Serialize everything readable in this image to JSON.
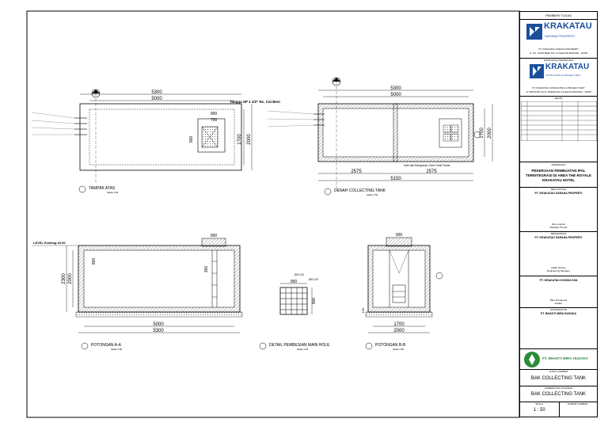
{
  "plan_top": {
    "title": "TAMPAK ATAS",
    "scale": "Skala 1:50",
    "dim_outer_length": "5300",
    "dim_inner_length": "5000",
    "dim_height_outer": "2000",
    "dim_height_inner": "1700",
    "dim_manhole_a": "900",
    "dim_manhole_b": "700",
    "dim_small": "900",
    "note_ladder": "Tangga SP 1 1/2\" Rc. Cat Besi"
  },
  "plan_collect": {
    "title": "DENAH COLLECTING TANK",
    "scale": "Skala 1:50",
    "dim_outer_length": "5300",
    "dim_inner_length": "5000",
    "dim_left_half": "2575",
    "dim_right_half": "2575",
    "dim_bottom_total": "5150",
    "dim_height_outer": "2000",
    "dim_height_inner": "1700",
    "note_pipe": "Inlet dari Bangunan Zone Hotel Tower"
  },
  "section_a": {
    "title": "POTONGAN A-A",
    "scale": "Skala 1:50",
    "dim_inner": "5000",
    "dim_outer": "5300",
    "dim_height_outer": "2300",
    "dim_height_inner": "2000",
    "dim_top": "900",
    "dim_riser": "800",
    "dim_pipe": "300",
    "level_label": "LEVEL Existing ±0.00"
  },
  "detail_manhole": {
    "title": "DETAIL PEMBESIAN MAIN HOLE",
    "scale": "Skala 1:25",
    "dim_width": "900",
    "dim_height": "900",
    "rebar_a": "Ø10-20",
    "rebar_b": "Ø10-20"
  },
  "section_b": {
    "title": "POTONGAN B-B",
    "scale": "Skala 1:50",
    "dim_inner": "1700",
    "dim_outer": "2000",
    "dim_top": "900",
    "dim_bottom": "150"
  },
  "title_block": {
    "pemberi_tugas_label": "PEMBERI TUGAS",
    "owner_logo_text": "KRAKATAU",
    "owner_logo_sub": "SARANA PROPERTI",
    "owner_name": "PT. KRAKATAU SARANA PROPERTI",
    "owner_addr": "Jl. KH. YASIN BERI NO. 6 CILEGON BANTEN - 42435",
    "konsultan_label": "KONSULTAN PERENCANA",
    "consultant_logo_text": "KRAKATAU",
    "consultant_logo_sub": "CONSULTING & PROJECT MGT",
    "consultant_name": "PT. KRAKATAU CONSULTING & PROJECT MGT",
    "consultant_addr": "Jl. INDUSTRI NO.5, RAMANUJU CILEGON BANTEN - 42435",
    "revisi_label": "REVISI",
    "pekerjaan_label": "PEKERJAAN",
    "project_title": "PEKERJAAN PEMBUATAN IPAL TERINTEGRASI DI AREA THE ROYALE KRAKATAU HOTEL",
    "menyetujui_label": "MENYETUJUI",
    "approver_company": "PT. KRAKATAU SARANA PROPERTI",
    "approver_name": "Ibnu Luqman",
    "approver_role": "Manager Proyek",
    "mengetahui_label": "MENGETAHUI",
    "checker_company": "PT. KRAKATAU SARANA PROPERTI",
    "checker_name": "Habib Nurhen",
    "checker_role": "Engineering Manager",
    "consultant_company2": "PT. KRAKATAU KONSULTAN",
    "drafter_name": "Riko Primaputra",
    "drafter_role": "Drafter",
    "kontraktor_label": "KONTRAKTOR",
    "contractor_company": "PT. BHAKTI MIRA HUSADA",
    "contractor_logo_text": "PT. BHAKTI MIRA HUSADA",
    "judul_label": "JUDUL GAMBAR",
    "drawing_title": "BAK COLLECTING TANK",
    "sub_label": "GAMBAR DAN SUSUNAN",
    "drawing_sub": "BAK COLLECTING TANK",
    "skala_label": "SKALA",
    "scale_value": "1 : 50",
    "nomor_label": "NOMOR GAMBAR"
  },
  "colors": {
    "krakatau_blue": "#1a4f9c",
    "bmh_green": "#2e8b3a",
    "hatch": "#444444"
  }
}
